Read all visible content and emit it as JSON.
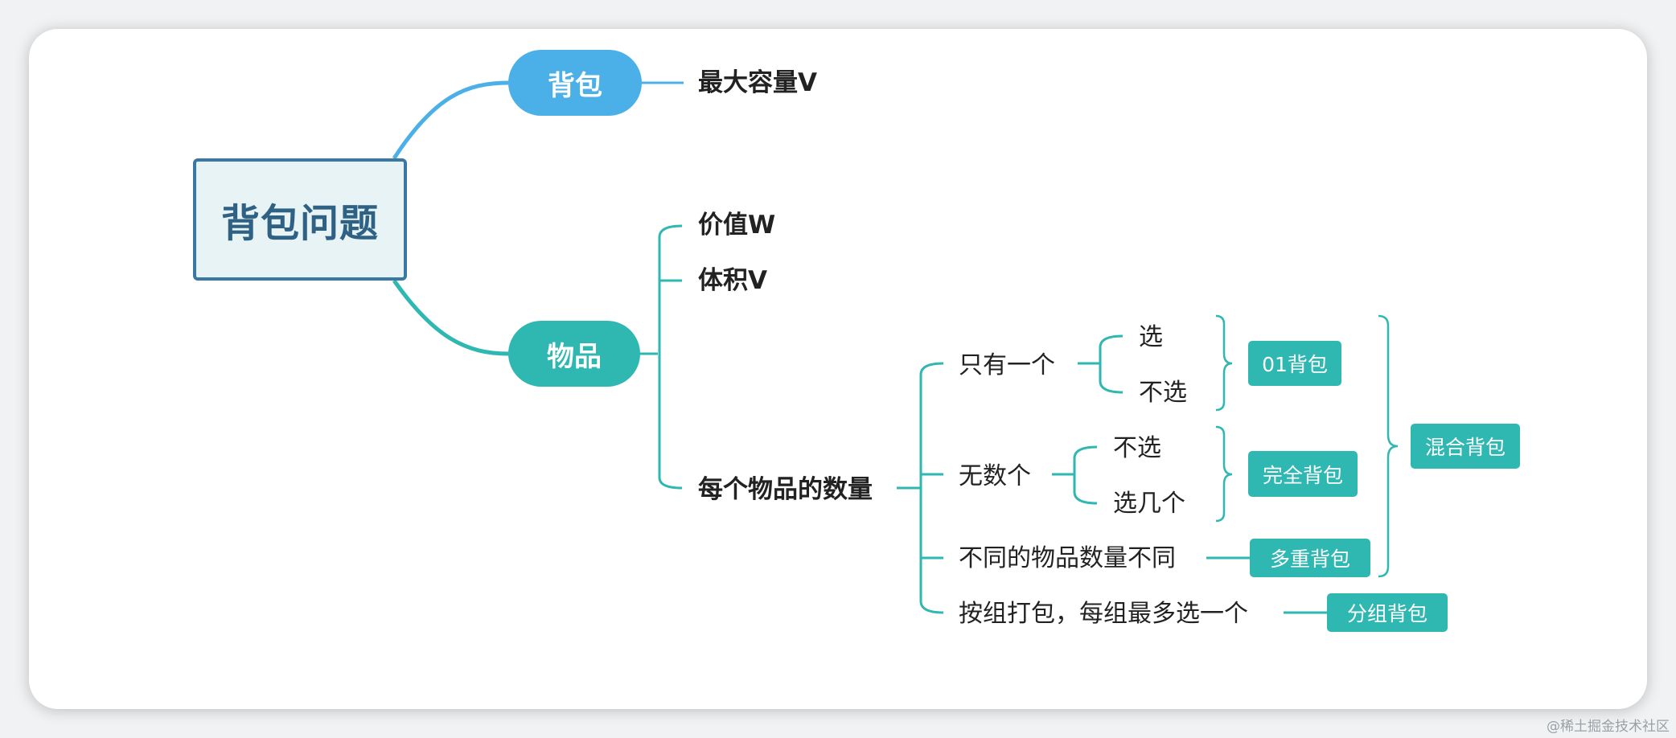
{
  "root": {
    "label": "背包问题"
  },
  "branches": {
    "bag": {
      "label": "背包",
      "child": "最大容量V"
    },
    "item": {
      "label": "物品",
      "children": [
        "价值W",
        "体积V",
        "每个物品的数量"
      ]
    }
  },
  "quantity": {
    "options": [
      {
        "label": "只有一个",
        "choices": [
          "选",
          "不选"
        ],
        "result": "01背包"
      },
      {
        "label": "无数个",
        "choices": [
          "不选",
          "选几个"
        ],
        "result": "完全背包"
      },
      {
        "label": "不同的物品数量不同",
        "result": "多重背包"
      },
      {
        "label": "按组打包，每组最多选一个",
        "result": "分组背包"
      }
    ],
    "combined": "混合背包"
  },
  "colors": {
    "root_border": "#3b77a3",
    "root_fill": "#e7f3f4",
    "bag_blue": "#4cb0e8",
    "teal": "#2fb7b1"
  },
  "watermark": "@稀土掘金技术社区"
}
